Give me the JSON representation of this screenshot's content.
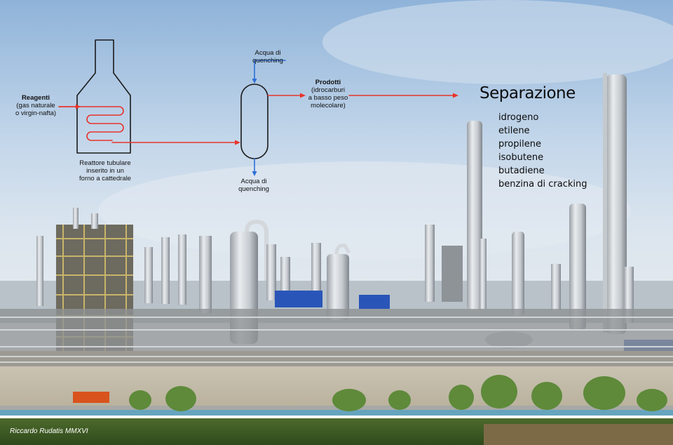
{
  "inputs": {
    "title": "Reagenti",
    "lines": [
      "(gas naturale",
      "o virgin-nafta)"
    ]
  },
  "reactor": {
    "lines": [
      "Reattore tubulare",
      "inserito in un",
      "forno a cattedrale"
    ]
  },
  "quench_in": {
    "lines": [
      "Acqua di",
      "quenching"
    ]
  },
  "quench_out": {
    "lines": [
      "Acqua di",
      "quenching"
    ]
  },
  "products": {
    "title": "Prodotti",
    "lines": [
      "(idrocarburi",
      "a basso peso",
      "molecolare)"
    ]
  },
  "separation": {
    "title": "Separazione",
    "items": [
      "idrogeno",
      "etilene",
      "propilene",
      "isobutene",
      "butadiene",
      "benzina di cracking"
    ]
  },
  "credit": "Riccardo Rudatis MMXVI",
  "colors": {
    "flow_arrow": "#e8342a",
    "water_arrow": "#2f6fd6",
    "outline": "#1a1a1a"
  }
}
